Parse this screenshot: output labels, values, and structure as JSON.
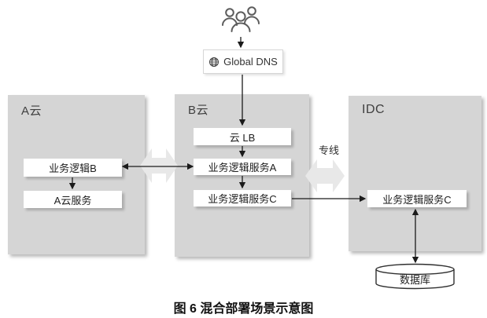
{
  "caption": "图 6 混合部署场景示意图",
  "top_flow": {
    "users_icon": "users-icon",
    "globe_icon": "globe-icon",
    "dns_label": "Global DNS"
  },
  "clusters": {
    "a_cloud": {
      "label": "A云",
      "nodes": {
        "logic_b": "业务逻辑B",
        "service": "A云服务"
      }
    },
    "b_cloud": {
      "label": "B云",
      "nodes": {
        "lb": "云 LB",
        "service_a": "业务逻辑服务A",
        "service_c": "业务逻辑服务C"
      }
    },
    "idc": {
      "label": "IDC",
      "nodes": {
        "service_c": "业务逻辑服务C"
      }
    }
  },
  "links": {
    "dedicated_line": "专线"
  },
  "database": {
    "label": "数据库",
    "icon": "database-cylinder"
  },
  "colors": {
    "cluster_fill": "#d5d5d5",
    "node_fill": "#ffffff",
    "block_arrow_fill": "#e8e8e8",
    "line_color": "#1b1b1b",
    "text_color": "#1e1e1e"
  }
}
